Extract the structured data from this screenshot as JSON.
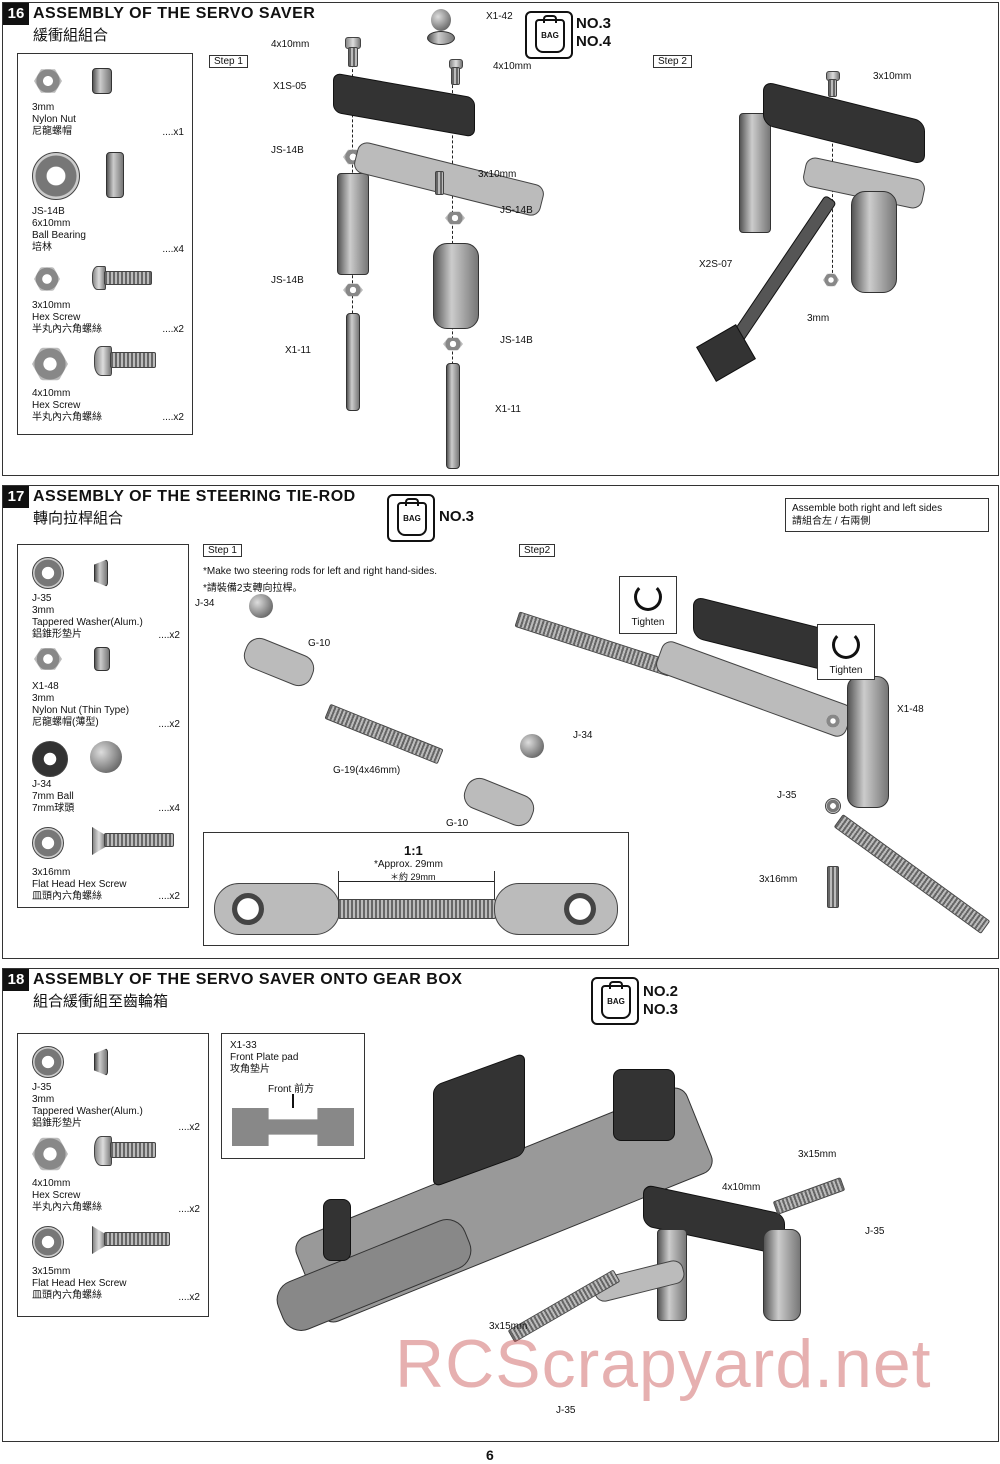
{
  "page_number": "6",
  "watermark": "RCScrapyard.net",
  "s16": {
    "num": "16",
    "title": "ASSEMBLY OF THE SERVO SAVER",
    "subtitle": "緩衝組組合",
    "bag_label": "BAG",
    "bags": [
      "NO.3",
      "NO.4"
    ],
    "step1": "Step 1",
    "step2": "Step 2",
    "parts": [
      {
        "size": "3mm",
        "name": "Nylon Nut",
        "cn": "尼龍螺帽",
        "qty": "....x1"
      },
      {
        "size": "JS-14B",
        "size2": "6x10mm",
        "name": "Ball Bearing",
        "cn": "培林",
        "qty": "....x4"
      },
      {
        "size": "3x10mm",
        "name": "Hex Screw",
        "cn": "半丸內六角螺絲",
        "qty": "....x2"
      },
      {
        "size": "4x10mm",
        "name": "Hex Screw",
        "cn": "半丸內六角螺絲",
        "qty": "....x2"
      }
    ],
    "labels": {
      "a": "4x10mm",
      "b": "X1S-05",
      "c": "JS-14B",
      "d": "JS-14B",
      "e": "X1-11",
      "f": "X1-42",
      "g": "4x10mm",
      "h": "3x10mm",
      "i": "JS-14B",
      "j": "JS-14B",
      "k": "X1-11",
      "l": "3x10mm",
      "m": "X2S-07",
      "n": "3mm"
    }
  },
  "s17": {
    "num": "17",
    "title": "ASSEMBLY OF THE STEERING TIE-ROD",
    "subtitle": "轉向拉桿組合",
    "bag_label": "BAG",
    "bags": [
      "NO.3"
    ],
    "note_en": "Assemble both right and left sides",
    "note_cn": "請組合左 / 右兩側",
    "step1": "Step 1",
    "step2": "Step2",
    "instr_en": "*Make two steering rods for left and right hand-sides.",
    "instr_cn": "*請裝備2支轉向拉桿。",
    "parts": [
      {
        "size": "J-35",
        "size2": "3mm",
        "name": "Tappered Washer(Alum.)",
        "cn": "鋁錐形墊片",
        "qty": "....x2"
      },
      {
        "size": "X1-48",
        "size2": "3mm",
        "name": "Nylon Nut (Thin Type)",
        "cn": "尼龍螺帽(薄型)",
        "qty": "....x2"
      },
      {
        "size": "J-34",
        "size2": "7mm Ball",
        "name": "",
        "cn": "7mm球頭",
        "qty": "....x4"
      },
      {
        "size": "3x16mm",
        "name": "Flat Head Hex Screw",
        "cn": "皿頭內六角螺絲",
        "qty": "....x2"
      }
    ],
    "labels": {
      "j34a": "J-34",
      "g10a": "G-10",
      "g19": "G-19(4x46mm)",
      "j34b": "J-34",
      "g10b": "G-10",
      "tighten1": "Tighten",
      "tighten2": "Tighten",
      "x148": "X1-48",
      "j35": "J-35",
      "s316": "3x16mm"
    },
    "scale": {
      "ratio": "1:1",
      "approx": "*Approx. 29mm",
      "approx_cn": "＊約 29mm"
    }
  },
  "s18": {
    "num": "18",
    "title": "ASSEMBLY OF THE SERVO SAVER  ONTO GEAR BOX",
    "subtitle": "組合緩衝組至齒輪箱",
    "bag_label": "BAG",
    "bags": [
      "NO.2",
      "NO.3"
    ],
    "parts": [
      {
        "size": "J-35",
        "size2": "3mm",
        "name": "Tappered Washer(Alum.)",
        "cn": "鋁錐形墊片",
        "qty": "....x2"
      },
      {
        "size": "4x10mm",
        "name": "Hex Screw",
        "cn": "半丸內六角螺絲",
        "qty": "....x2"
      },
      {
        "size": "3x15mm",
        "name": "Flat Head Hex Screw",
        "cn": "皿頭內六角螺絲",
        "qty": "....x2"
      }
    ],
    "pad": {
      "code": "X1-33",
      "name": "Front Plate pad",
      "cn": "攻角墊片",
      "front": "Front 前方"
    },
    "labels": {
      "a": "3x15mm",
      "b": "4x10mm",
      "c": "J-35",
      "d": "3x15mm",
      "e": "J-35"
    }
  }
}
